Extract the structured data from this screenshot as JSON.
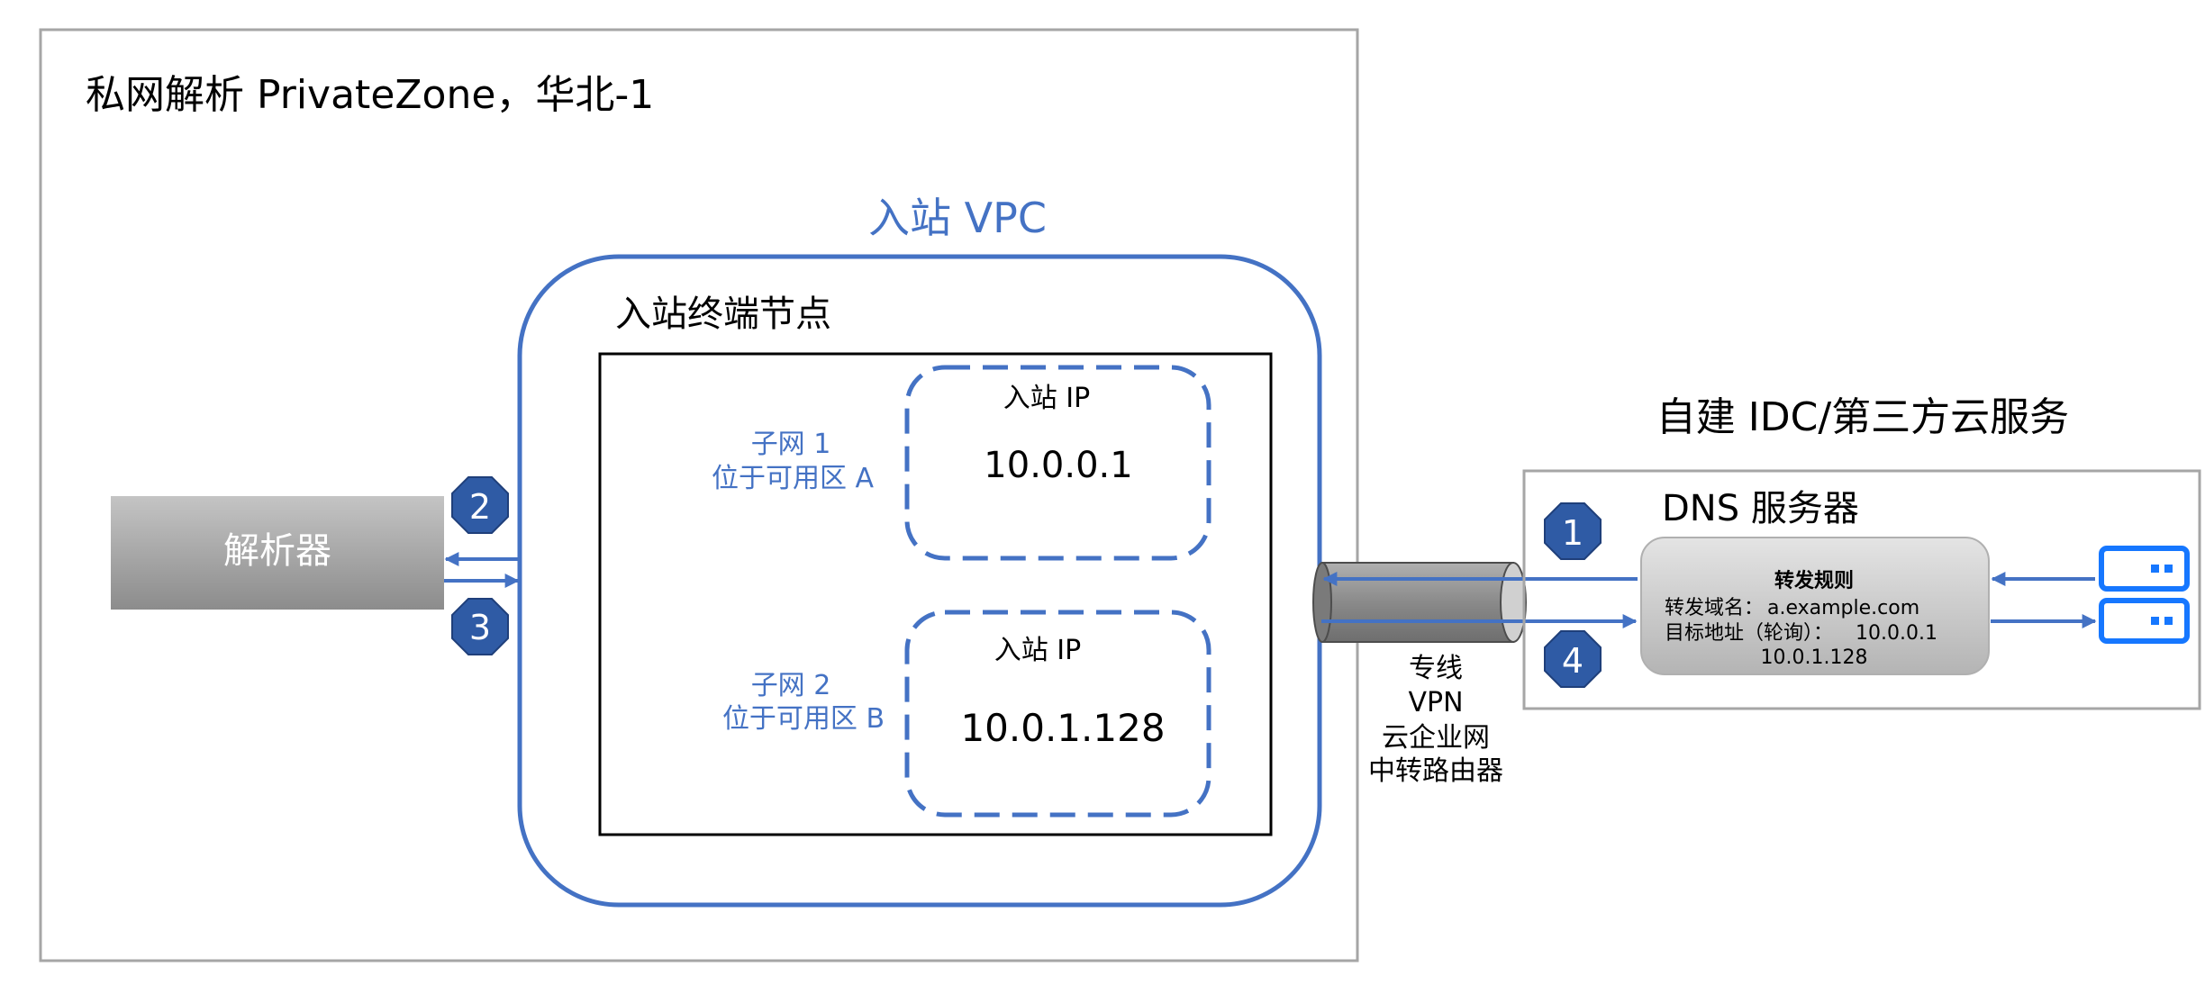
{
  "region": {
    "title": "私网解析 PrivateZone，华北-1"
  },
  "vpc": {
    "title": "入站 VPC",
    "endpoint_title": "入站终端节点",
    "subnets": [
      {
        "label_line1": "子网 1",
        "label_line2": "位于可用区 A",
        "ip_title": "入站 IP",
        "ip": "10.0.0.1"
      },
      {
        "label_line1": "子网 2",
        "label_line2": "位于可用区 B",
        "ip_title": "入站 IP",
        "ip": "10.0.1.128"
      }
    ]
  },
  "resolver": {
    "label": "解析器"
  },
  "steps": [
    "1",
    "2",
    "3",
    "4"
  ],
  "link": {
    "lines": [
      "专线",
      "VPN",
      "云企业网",
      "中转路由器"
    ]
  },
  "idc": {
    "title": "自建 IDC/第三方云服务",
    "dns_title": "DNS 服务器",
    "rule": {
      "title": "转发规则",
      "domain_label": "转发域名：",
      "domain": "a.example.com",
      "target_label": "目标地址（轮询）：",
      "target1": "10.0.0.1",
      "target2": "10.0.1.128"
    },
    "server_icons": [
      "server-icon",
      "server-icon"
    ]
  },
  "colors": {
    "blue": "#4472c4",
    "badge_blue": "#2f5ba5",
    "gray_border": "#a6a6a6",
    "server_blue": "#1677ff"
  }
}
